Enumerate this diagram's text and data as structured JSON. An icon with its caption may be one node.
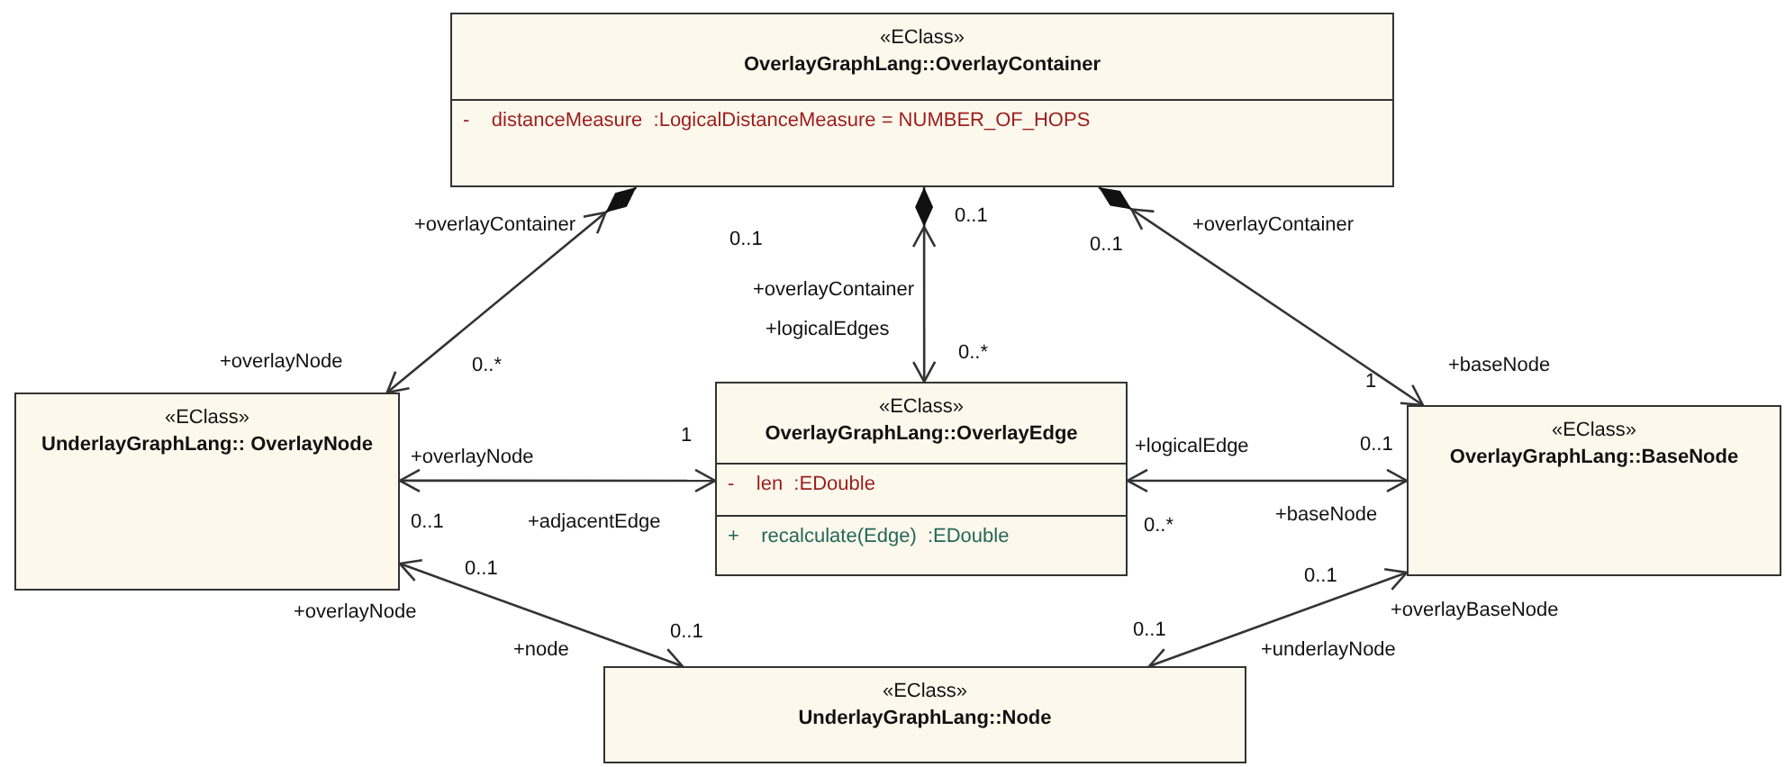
{
  "diagram": {
    "nodes": [
      {
        "text": [
          "«EClass»",
          "OverlayGraphLang::OverlayContainer",
          "-    distanceMeasure  :LogicalDistanceMeasure = NUMBER_OF_HOPS"
        ]
      },
      {
        "text": [
          "«EClass»",
          "UnderlayGraphLang:: OverlayNode"
        ]
      },
      {
        "text": [
          "«EClass»",
          "OverlayGraphLang::OverlayEdge",
          "-    len  :EDouble",
          "+    recalculate(Edge)  :EDouble"
        ]
      },
      {
        "text": [
          "«EClass»",
          "OverlayGraphLang::BaseNode"
        ]
      },
      {
        "text": [
          "«EClass»",
          "UnderlayGraphLang::Node"
        ]
      }
    ],
    "edges": [
      {
        "from": 0,
        "to": 1,
        "arrow": "both"
      },
      {
        "from": 0,
        "to": 2,
        "arrow": "both"
      },
      {
        "from": 0,
        "to": 3,
        "arrow": "both"
      },
      {
        "from": 1,
        "to": 2,
        "arrow": "both"
      },
      {
        "from": 2,
        "to": 3,
        "arrow": "both"
      },
      {
        "from": 1,
        "to": 4,
        "arrow": "both"
      },
      {
        "from": 4,
        "to": 3,
        "arrow": "both"
      }
    ],
    "labels": [
      "0..1",
      "+overlayContainer",
      "0..1",
      "0..1",
      "+overlayContainer",
      "+overlayContainer",
      "+logicalEdges",
      "0..*",
      "+overlayNode",
      "0..*",
      "+baseNode",
      "1",
      "1",
      "+overlayNode",
      "+logicalEdge",
      "0..1",
      "0..1",
      "+adjacentEdge",
      "+baseNode",
      "0..*",
      "0..1",
      "0..1",
      "+overlayNode",
      "+overlayBaseNode",
      "0..1",
      "0..1",
      "+node",
      "+underlayNode"
    ]
  }
}
